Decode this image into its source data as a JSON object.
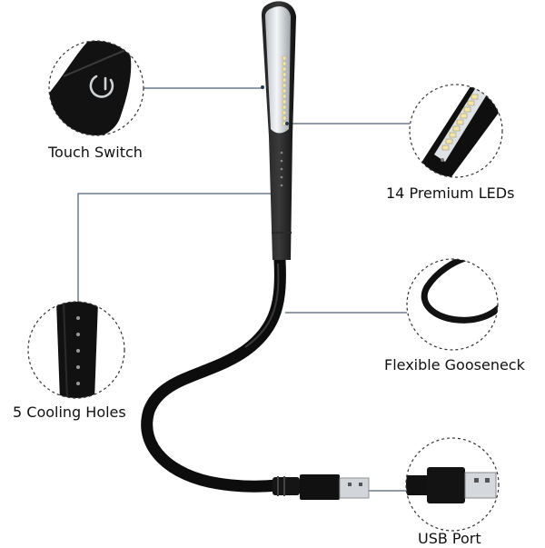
{
  "callouts": {
    "touch_switch": "Touch Switch",
    "premium_leds": "14 Premium LEDs",
    "flexible_gooseneck": "Flexible Gooseneck",
    "cooling_holes": "5 Cooling Holes",
    "usb_port": "USB Port"
  },
  "colors": {
    "body": "#0c0c0c",
    "led_panel": "#d9dde2",
    "led_yellow": "#f3e6a6",
    "leader_line": "#223a55"
  },
  "icons": {
    "power": "power-icon"
  }
}
